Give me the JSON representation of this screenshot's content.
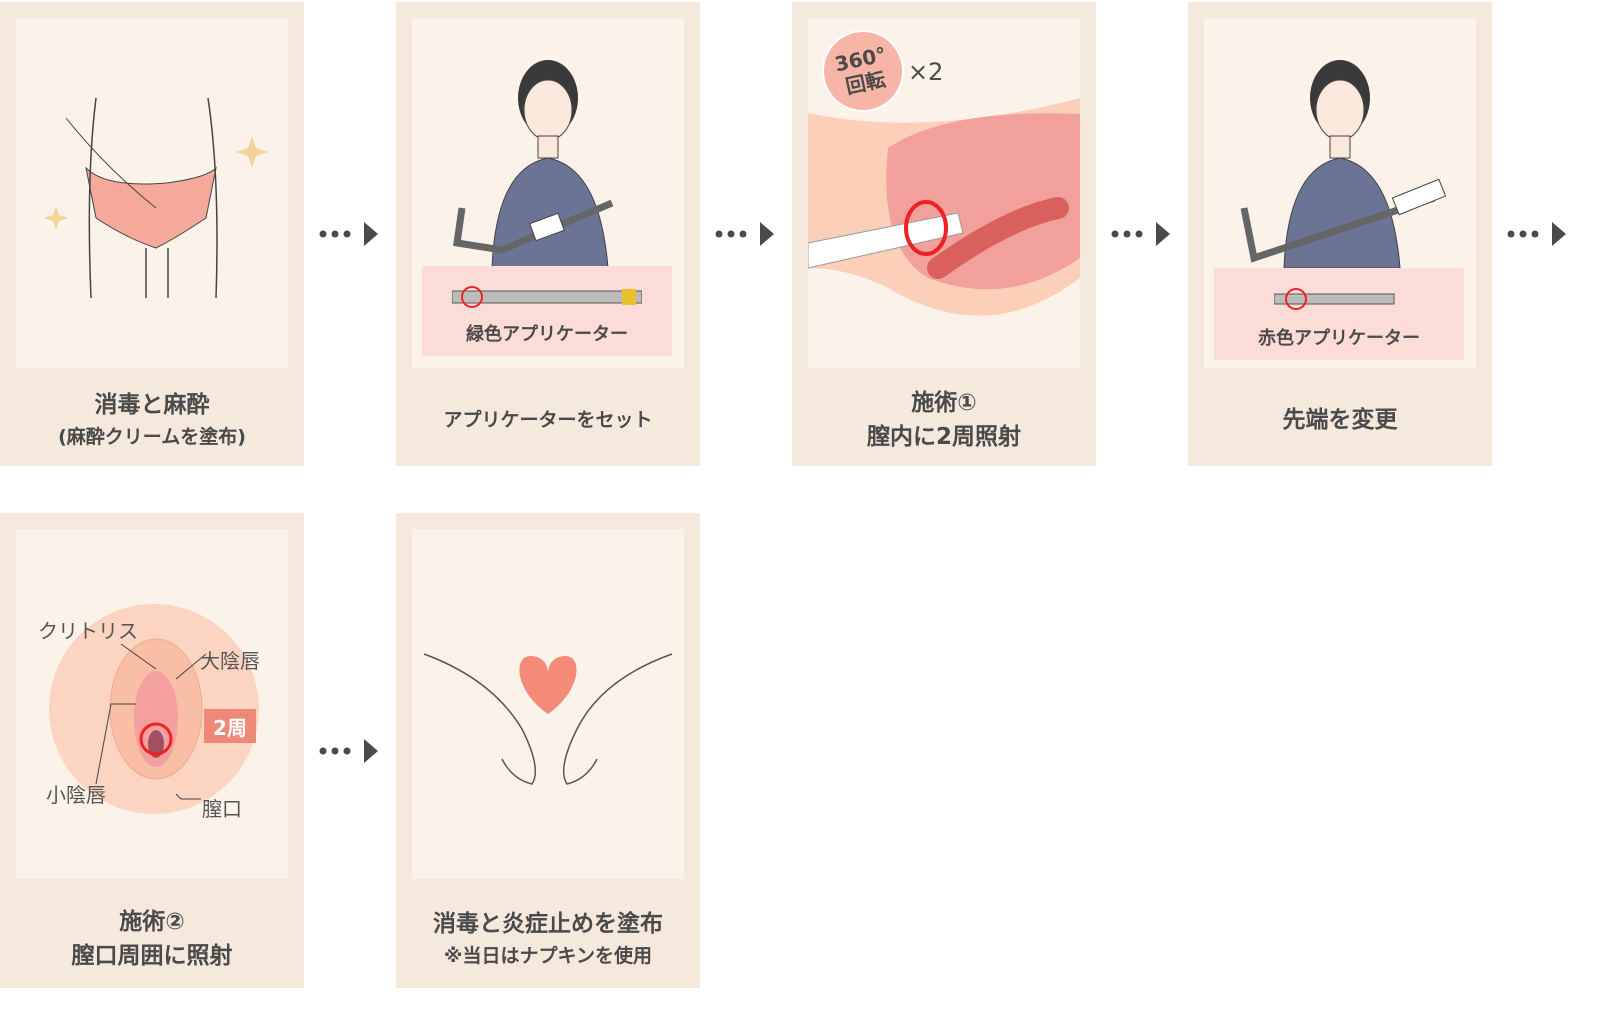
{
  "steps": [
    {
      "title": "消毒と麻酔",
      "subtitle": "(麻酔クリームを塗布)"
    },
    {
      "title": "アプリケーターをセット",
      "applicator_label": "緑色アプリケーター"
    },
    {
      "title": "施術①",
      "subtitle": "膣内に2周照射",
      "badge_line1": "360°",
      "badge_line2": "回転",
      "times": "×2"
    },
    {
      "title": "先端を変更",
      "applicator_label": "赤色アプリケーター"
    },
    {
      "title": "施術②",
      "subtitle": "膣口周囲に照射",
      "labels": {
        "clitoris": "クリトリス",
        "labia_majora": "大陰唇",
        "labia_minora": "小陰唇",
        "vaginal_opening": "膣口",
        "rounds": "2周"
      }
    },
    {
      "title": "消毒と炎症止めを塗布",
      "subtitle": "※当日はナプキンを使用"
    }
  ],
  "colors": {
    "card": "#f5e8dd",
    "inner": "#fbf3ea",
    "accent": "#ee8878",
    "text": "#4a4a4a"
  }
}
